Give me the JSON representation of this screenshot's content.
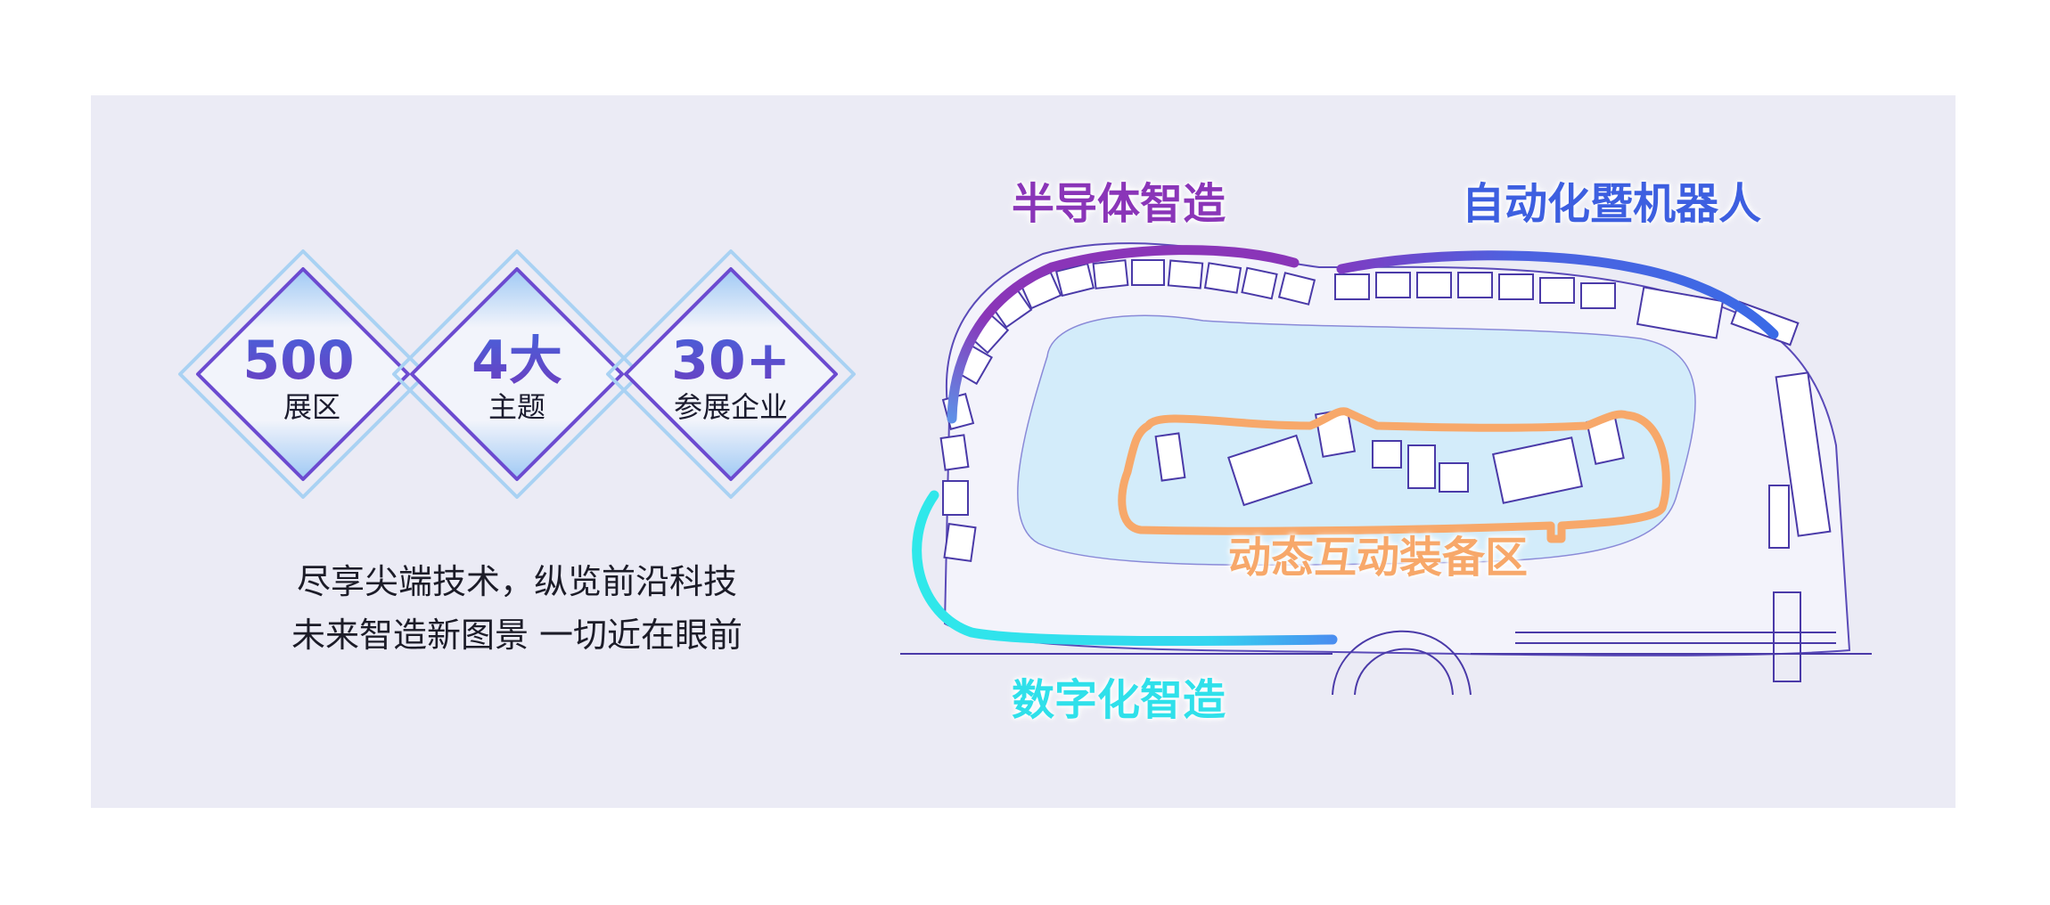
{
  "stats": [
    {
      "number": "500",
      "unit": "㎡",
      "label": "展区"
    },
    {
      "number": "4大",
      "unit": "",
      "label": "主题"
    },
    {
      "number": "30+",
      "unit": "",
      "label": "参展企业"
    }
  ],
  "tagline": {
    "line1": "尽享尖端技术，纵览前沿科技",
    "line2": "未来智造新图景 一切近在眼前"
  },
  "zones": {
    "semiconductor": {
      "label": "半导体智造",
      "color": "#8a35b8"
    },
    "automation": {
      "label": "自动化暨机器人",
      "color": "#3d5fe0"
    },
    "digital": {
      "label": "数字化智造",
      "color": "#2fe0ea"
    },
    "interactive": {
      "label": "动态互动装备区",
      "color": "#f7a86a"
    }
  },
  "colors": {
    "panel": "#ebebf5",
    "diamond_outline": "#6c4bd0",
    "diamond_glow": "#8fc8f0",
    "floor": "#d8eefb",
    "line_art": "#4a3aa8"
  }
}
